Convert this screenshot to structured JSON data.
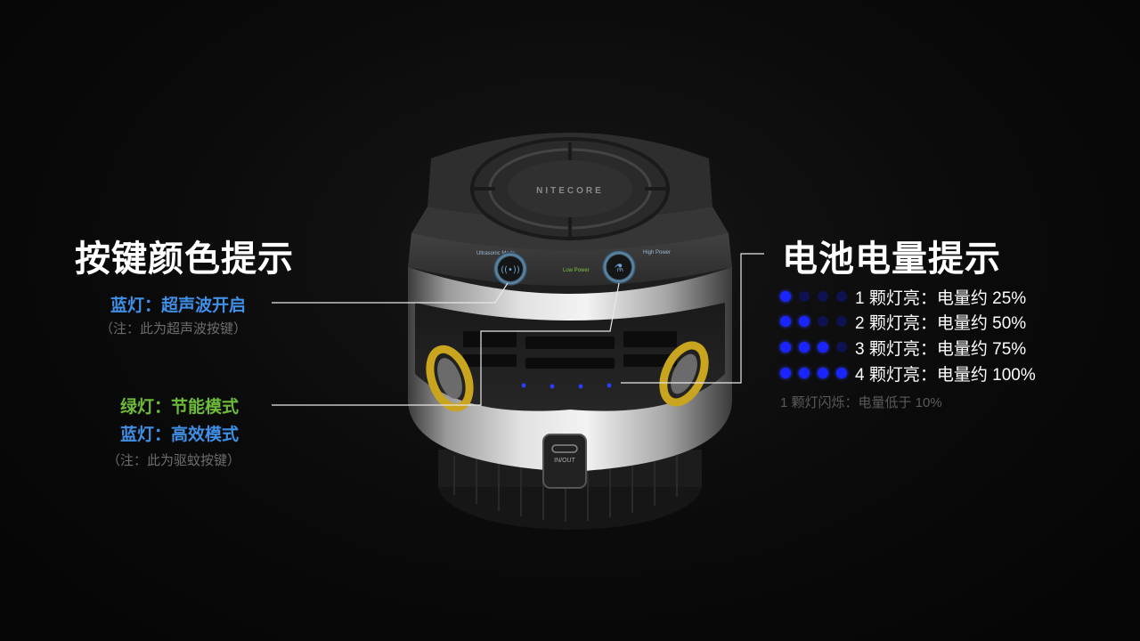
{
  "brand": "NITECORE",
  "device_labels": {
    "ultrasonic_mode": "Ultrasonic Mode",
    "low_power": "Low Power",
    "high_power": "High Power",
    "port": "IN/OUT"
  },
  "left_panel": {
    "title": "按键颜色提示",
    "button1": {
      "label": "蓝灯：超声波开启",
      "note": "（注：此为超声波按键）"
    },
    "button2": {
      "label_green": "绿灯：节能模式",
      "label_blue": "蓝灯：高效模式",
      "note": "（注：此为驱蚊按键）"
    }
  },
  "right_panel": {
    "title": "电池电量提示",
    "rows": [
      {
        "lit": 1,
        "text": "1 颗灯亮：电量约 25%"
      },
      {
        "lit": 2,
        "text": "2 颗灯亮：电量约 50%"
      },
      {
        "lit": 3,
        "text": "3 颗灯亮：电量约 75%"
      },
      {
        "lit": 4,
        "text": "4 颗灯亮：电量约 100%"
      }
    ],
    "note": "1 颗灯闪烁：电量低于 10%"
  },
  "colors": {
    "blue_label": "#3f8fe6",
    "green_label": "#6dbb3a",
    "led_on": "#1a24ff",
    "led_off": "#0e1250"
  }
}
